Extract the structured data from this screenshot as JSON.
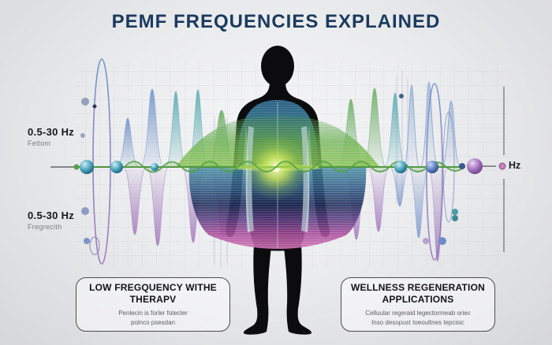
{
  "title": "PEMF FREQUENCIES EXPLAINED",
  "left_labels": [
    {
      "value": "0.5-30 Hz",
      "caption": "Fetlom"
    },
    {
      "value": "0.5-30 Hz",
      "caption": "Fregrecith"
    }
  ],
  "axis": {
    "unit": "Hz"
  },
  "info_boxes": [
    {
      "title_line1": "LOW FREGQUENCY WITHE",
      "title_line2": "THERAPV",
      "body_line1": "Penlecin is forler fotecler",
      "body_line2": "polnco psesdan"
    },
    {
      "title_line1": "WELLNESS REGENERATION",
      "title_line2": "APPLICATIONS",
      "body_line1": "Celluular regeraid legectormeab oriec",
      "body_line2": "Inso desopust toeoultnes tepcisic"
    }
  ],
  "colors": {
    "background": "#ebecee",
    "title_navy": "#1a3a5e",
    "axis_green": "#4e9440",
    "glow_lime": "#cde85c",
    "wave_blue": "#5b84c2",
    "wave_teal": "#3f9fa6",
    "wave_green": "#55a24c",
    "wave_purple": "#9668b4",
    "wave_pink": "#c46fb0",
    "silhouette_black": "#0c0c0e"
  }
}
